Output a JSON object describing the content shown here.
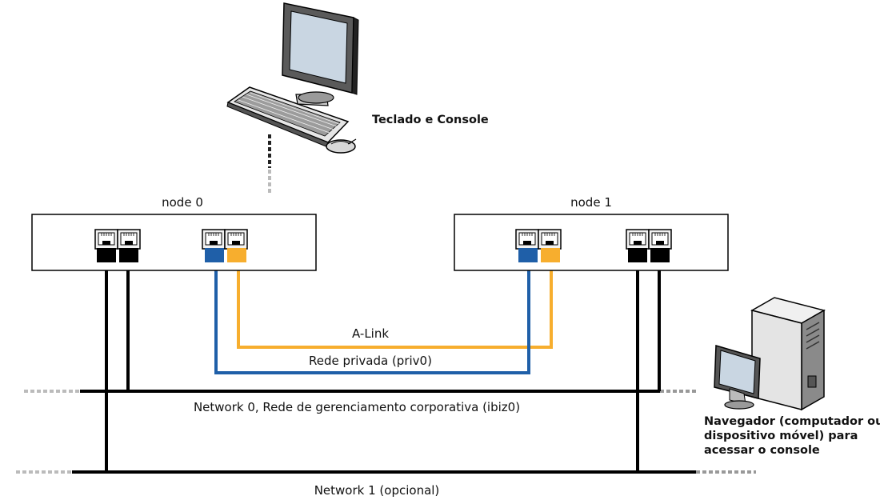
{
  "labels": {
    "keyboard_console": "Teclado e Console",
    "node0": "node 0",
    "node1": "node 1",
    "alink": "A-Link",
    "private_network": "Rede privada (priv0)",
    "network0": "Network 0, Rede de gerenciamento corporativa (ibiz0)",
    "network1": "Network 1 (opcional)",
    "browser_line1": "Navegador (computador ou",
    "browser_line2": "dispositivo móvel) para",
    "browser_line3": "acessar o console"
  },
  "colors": {
    "alink_cable": "#f7ae2e",
    "private_cable": "#1f5fa8",
    "network_cable": "#000000",
    "chassis_fill": "#ffffff",
    "chassis_border": "#000000"
  },
  "icons": {
    "workstation": "monitor-keyboard-mouse-icon",
    "ethernet_port": "rj45-port-icon",
    "browser_client": "monitor-tower-pc-icon"
  }
}
